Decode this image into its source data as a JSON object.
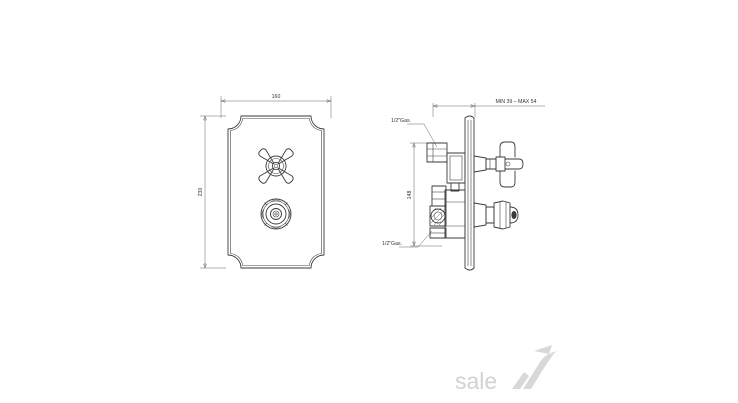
{
  "front_view": {
    "width_label": "160",
    "height_label": "230"
  },
  "side_view": {
    "depth_label": "MIN 39 – MAX 54",
    "spacing_label": "148",
    "top_connection_label": "1/2\"Gas.",
    "bottom_connection_label": "1/2\"Gas."
  },
  "watermark": {
    "text": "sale",
    "icon": "check-swoosh-icon"
  }
}
